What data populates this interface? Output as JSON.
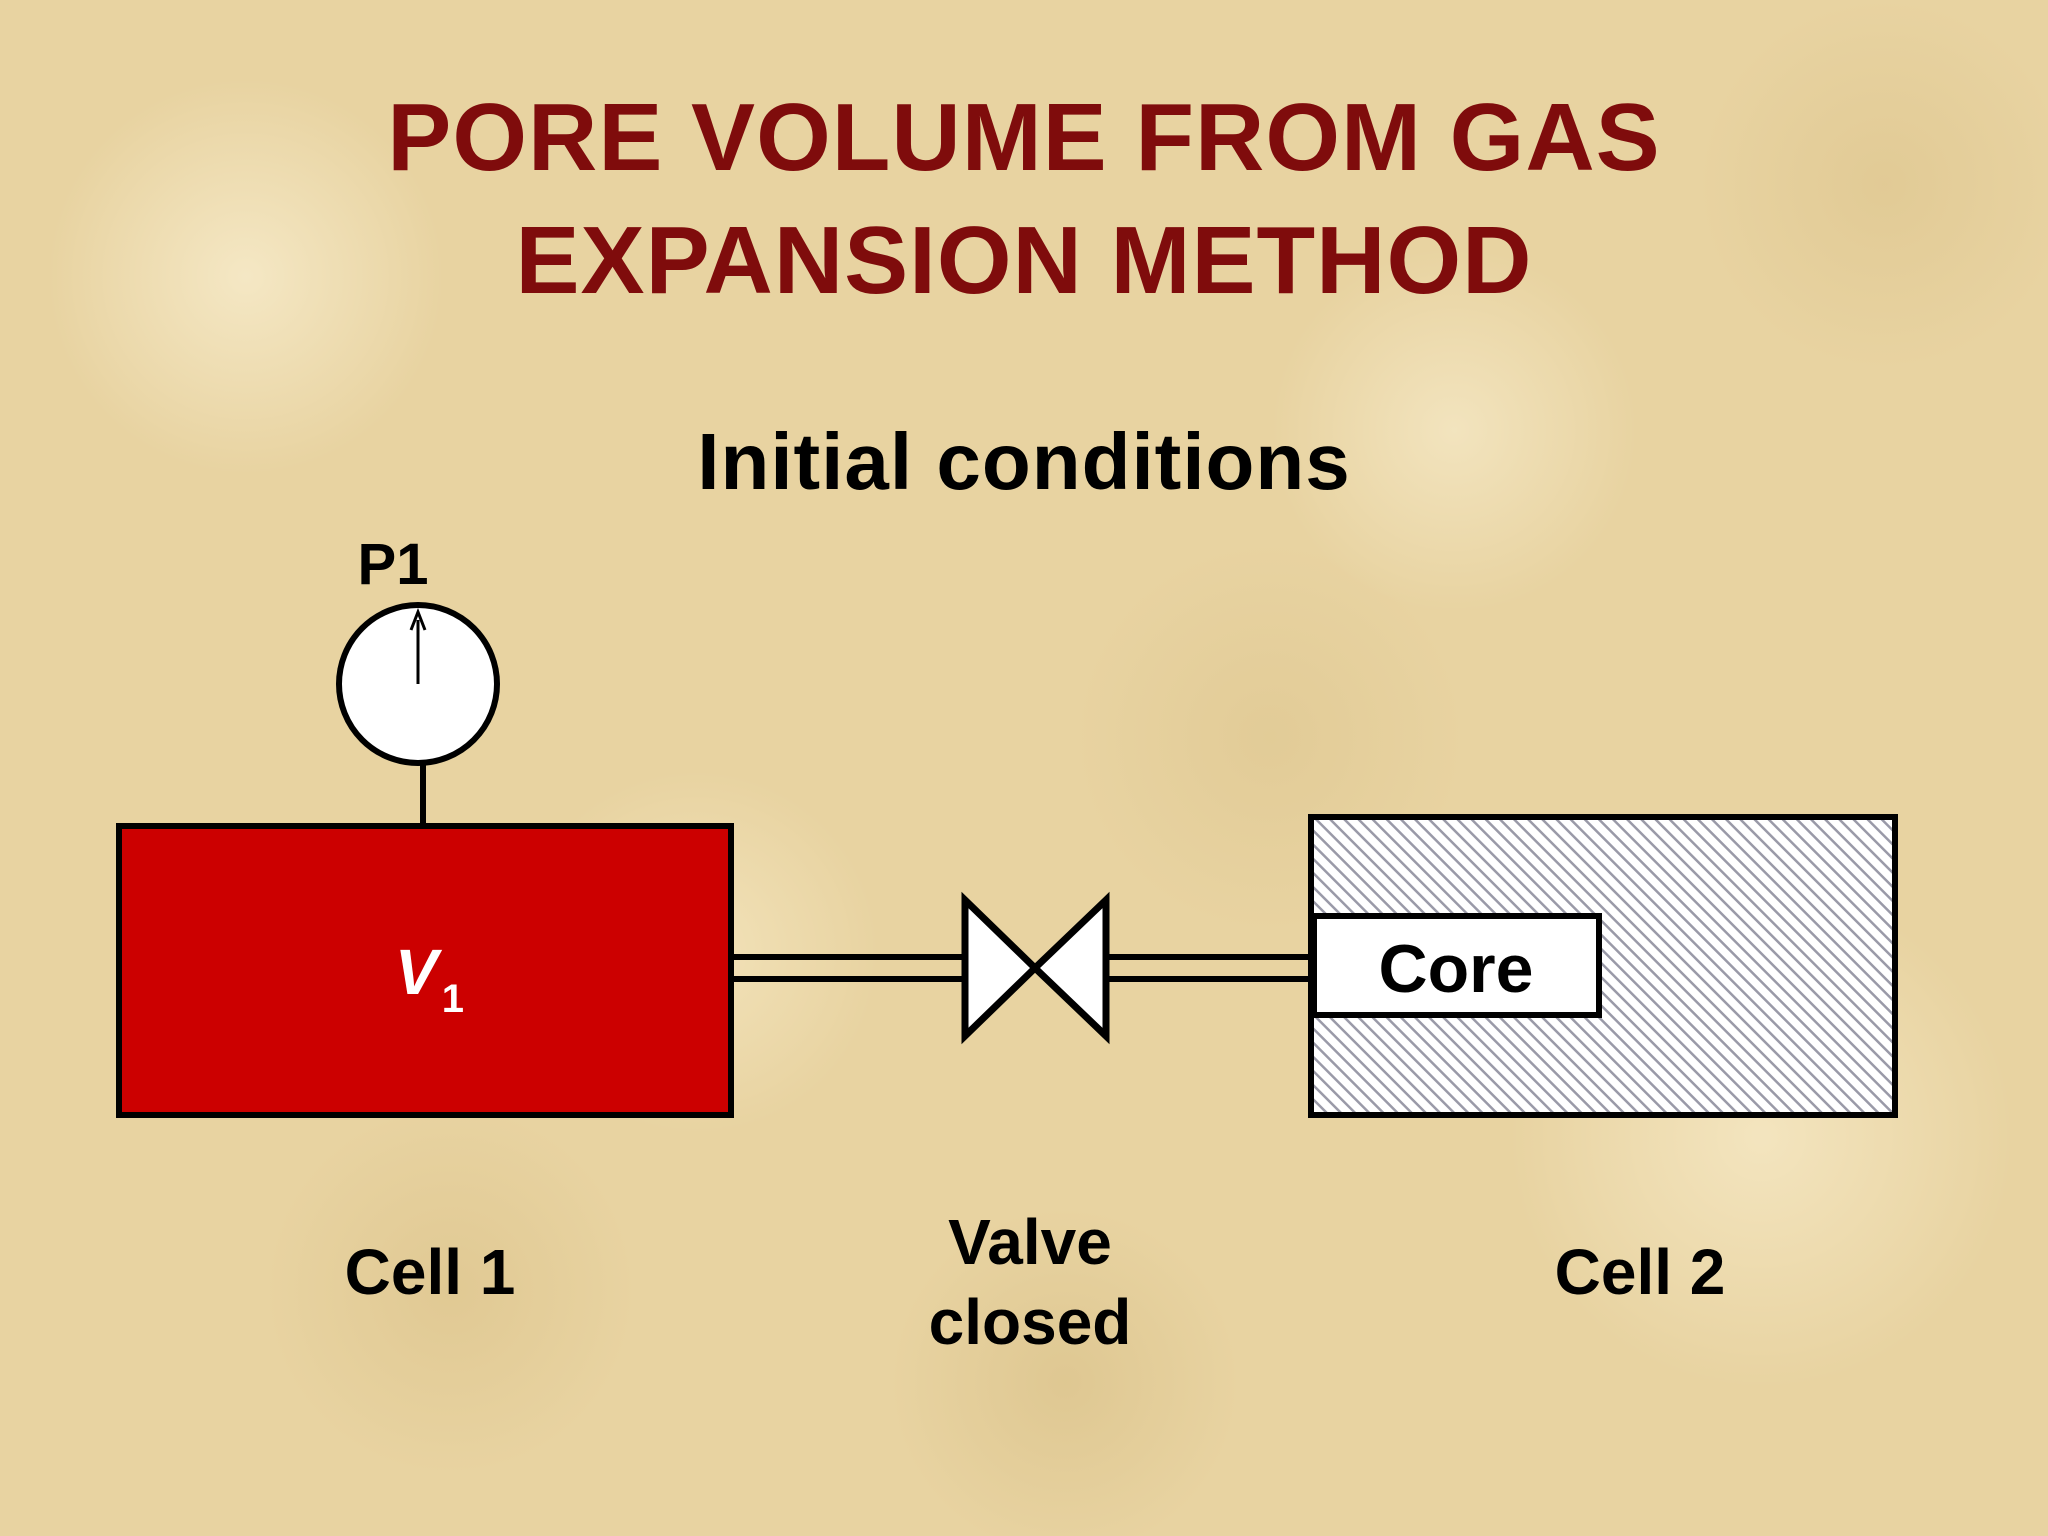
{
  "title": {
    "line1": "PORE VOLUME FROM GAS",
    "line2": "EXPANSION METHOD",
    "color": "#7f0c0c"
  },
  "subtitle": "Initial conditions",
  "gauge": {
    "label": "P1"
  },
  "cell1": {
    "volume_symbol": "V",
    "volume_subscript": "1",
    "label": "Cell 1",
    "fill_color": "#cc0000"
  },
  "valve": {
    "line1": "Valve",
    "line2": "closed"
  },
  "cell2": {
    "label": "Cell 2",
    "core_label": "Core",
    "hatch_color": "#9a9aa8"
  }
}
